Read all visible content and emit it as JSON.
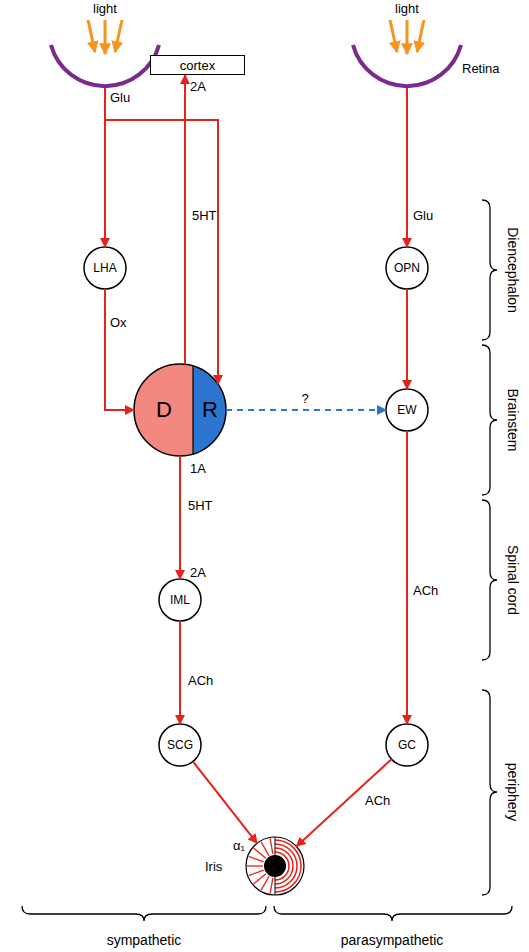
{
  "diagram": {
    "nodes": [
      {
        "text": [
          "light"
        ]
      },
      {
        "text": [
          "cortex"
        ]
      },
      {
        "text": [
          "light",
          "Retina"
        ]
      },
      {
        "text": [
          "LHA"
        ]
      },
      {
        "text": [
          "OPN"
        ]
      },
      {
        "text": [
          "D",
          "R"
        ]
      },
      {
        "text": [
          "EW"
        ]
      },
      {
        "text": [
          "IML"
        ]
      },
      {
        "text": [
          "SCG"
        ]
      },
      {
        "text": [
          "GC"
        ]
      },
      {
        "text": [
          "Iris"
        ]
      }
    ],
    "edges": [
      {
        "from": 0,
        "to": 3,
        "arrow": "to",
        "label": "Glu"
      },
      {
        "from": 0,
        "to": 5,
        "arrow": "to"
      },
      {
        "from": 3,
        "to": 5,
        "arrow": "to",
        "label": "Ox"
      },
      {
        "from": 5,
        "to": 1,
        "arrow": "to",
        "label": "5HT"
      },
      {
        "from": 2,
        "to": 4,
        "arrow": "to",
        "label": "Glu"
      },
      {
        "from": 4,
        "to": 6,
        "arrow": "to"
      },
      {
        "from": 5,
        "to": 6,
        "arrow": "to",
        "label": "?"
      },
      {
        "from": 5,
        "to": 7,
        "arrow": "to",
        "label": "5HT"
      },
      {
        "from": 6,
        "to": 9,
        "arrow": "to",
        "label": "ACh"
      },
      {
        "from": 7,
        "to": 8,
        "arrow": "to",
        "label": "ACh"
      },
      {
        "from": 8,
        "to": 10,
        "arrow": "to"
      },
      {
        "from": 9,
        "to": 10,
        "arrow": "to",
        "label": "ACh"
      }
    ],
    "labels": [
      "2A",
      "1A",
      "2A",
      "α₁",
      "Diencephalon",
      "Brainstem",
      "Spinal cord",
      "periphery",
      "sympathetic",
      "parasympathetic"
    ]
  }
}
